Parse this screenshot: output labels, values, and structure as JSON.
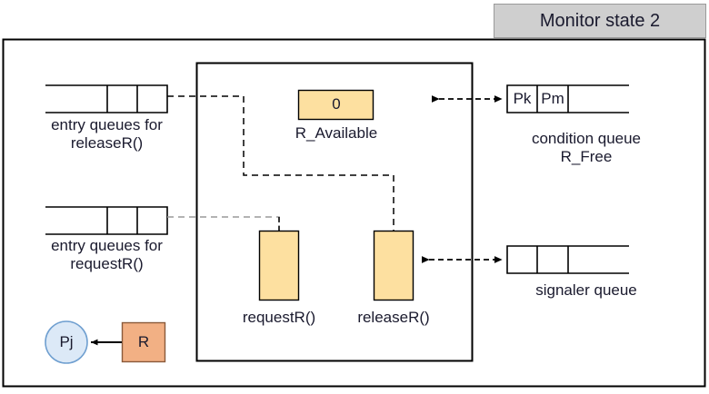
{
  "title": {
    "text": "Monitor state 2"
  },
  "frame": {
    "label": "outer-frame"
  },
  "monitor": {
    "label": "monitor-boundary"
  },
  "entry_queues": [
    {
      "id": "entry-queue-releaser",
      "caption_line1": "entry queues for",
      "caption_line2": "releaseR()",
      "cells": [
        "",
        ""
      ],
      "open_end": "left"
    },
    {
      "id": "entry-queue-requestr",
      "caption_line1": "entry queues for",
      "caption_line2": "requestR()",
      "cells": [
        "",
        ""
      ],
      "open_end": "left"
    }
  ],
  "variable": {
    "name": "R_Available",
    "value": "0",
    "fill": "#fde0a0",
    "stroke": "#000000"
  },
  "procedures": [
    {
      "id": "procedure-requestr",
      "label": "requestR()",
      "fill": "#fde0a0"
    },
    {
      "id": "procedure-releaser",
      "label": "releaseR()",
      "fill": "#fde0a0"
    }
  ],
  "condition_queue": {
    "caption_line1": "condition queue",
    "caption_line2": "R_Free",
    "cells": [
      "Pk",
      "Pm",
      ""
    ],
    "open_end": "right"
  },
  "signaler_queue": {
    "caption": "signaler queue",
    "cells": [
      "",
      "",
      ""
    ],
    "open_end": "right"
  },
  "process_node": {
    "label": "Pj",
    "fill": "#dce9f7",
    "stroke": "#6f9fd0"
  },
  "resource_node": {
    "label": "R",
    "fill": "#f2b084",
    "stroke": "#8a5a3a"
  },
  "connectors": {
    "entry_releaser_to_releaser": "dashed-black",
    "entry_requestr_to_requestr": "dashed-gray",
    "monitor_to_condition_queue": "dashed-double-arrow",
    "monitor_to_signaler_queue": "dashed-double-arrow",
    "resource_to_process": "solid-arrow"
  },
  "colors": {
    "accent_yellow": "#fde0a0",
    "accent_blue": "#dce9f7",
    "accent_orange": "#f2b084",
    "title_chip": "#cfcfcf",
    "line": "#000000",
    "line_gray": "#9a9a9a"
  }
}
